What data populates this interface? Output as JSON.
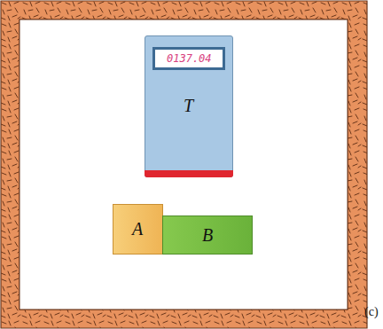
{
  "diagram": {
    "nodes": [
      {
        "text": [
          "T"
        ]
      },
      {
        "text": [
          "0137.04"
        ],
        "in": 0
      },
      {
        "text": [
          "A"
        ]
      },
      {
        "text": [
          "B"
        ]
      }
    ],
    "labels": [
      "(c)"
    ]
  }
}
